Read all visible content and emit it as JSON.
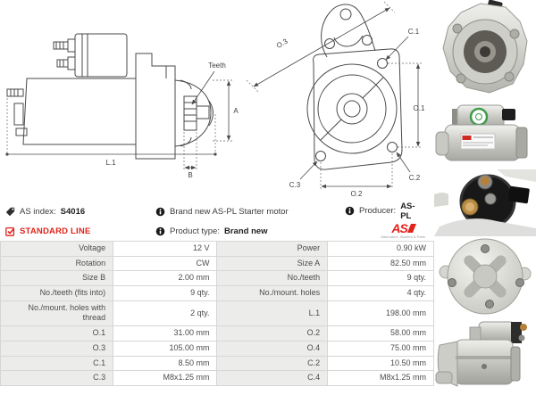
{
  "info": {
    "as_index_label": "AS index:",
    "as_index_value": "S4016",
    "standard_line": "STANDARD LINE",
    "brand_new_text": "Brand new AS-PL Starter motor",
    "product_type_label": "Product type:",
    "product_type_value": "Brand new",
    "producer_label": "Producer:",
    "producer_value": "AS-PL",
    "logo_text": "AS",
    "logo_subtext": "Alternators, Starters & Parts"
  },
  "colors": {
    "accent_red": "#e2231a",
    "table_label_bg": "#ececea",
    "drawing_line": "#4a4a4a"
  },
  "drawings": {
    "side_view_labels": {
      "teeth": "Teeth",
      "a": "A",
      "l1": "L.1",
      "b": "B"
    },
    "front_view_labels": {
      "o1": "O.1",
      "o2": "O.2",
      "o3": "O.3",
      "c1": "C.1",
      "c2": "C.2",
      "c3": "C.3"
    }
  },
  "photos": [
    "starter-front-view",
    "starter-side-view",
    "starter-solenoid-closeup",
    "starter-back-plate",
    "starter-side-view-2"
  ],
  "table": {
    "rows": [
      [
        "Voltage",
        "12 V",
        "Power",
        "0.90 kW"
      ],
      [
        "Rotation",
        "CW",
        "Size A",
        "82.50 mm"
      ],
      [
        "Size B",
        "2.00 mm",
        "No./teeth",
        "9 qty."
      ],
      [
        "No./teeth (fits into)",
        "9 qty.",
        "No./mount. holes",
        "4 qty."
      ],
      [
        "No./mount. holes with thread",
        "2 qty.",
        "L.1",
        "198.00 mm"
      ],
      [
        "O.1",
        "31.00 mm",
        "O.2",
        "58.00 mm"
      ],
      [
        "O.3",
        "105.00 mm",
        "O.4",
        "75.00 mm"
      ],
      [
        "C.1",
        "8.50 mm",
        "C.2",
        "10.50 mm"
      ],
      [
        "C.3",
        "M8x1.25 mm",
        "C.4",
        "M8x1.25 mm"
      ]
    ]
  }
}
